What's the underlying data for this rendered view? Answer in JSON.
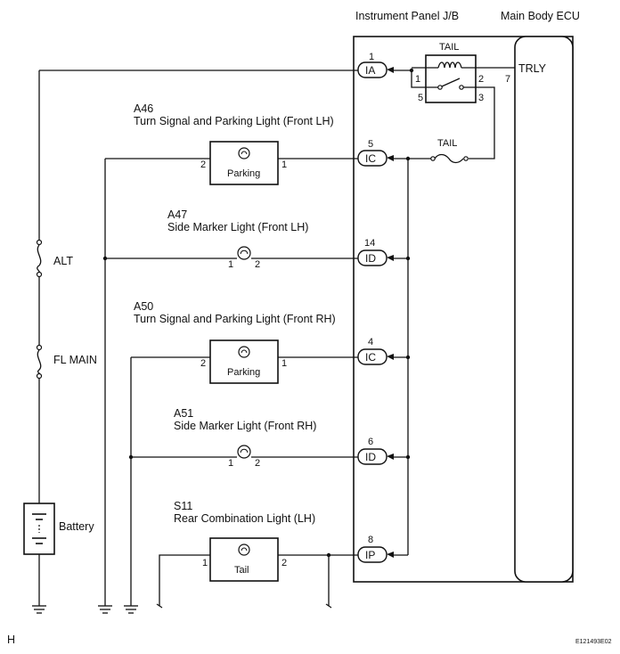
{
  "labels": {
    "ipjb": "Instrument Panel J/B",
    "ecu": "Main Body ECU",
    "trly": "TRLY",
    "tail_relay": "TAIL",
    "tail_fuse": "TAIL",
    "alt": "ALT",
    "fl_main": "FL MAIN",
    "battery": "Battery",
    "corner_left": "H",
    "corner_right": "E121493E02"
  },
  "pins": {
    "ia_num": "1",
    "ia": "IA",
    "ic5_num": "5",
    "ic5": "IC",
    "id14_num": "14",
    "id14": "ID",
    "ic4_num": "4",
    "ic4": "IC",
    "id6_num": "6",
    "id6": "ID",
    "ip8_num": "8",
    "ip8": "IP",
    "relay_1": "1",
    "relay_2": "2",
    "relay_3": "3",
    "relay_5": "5",
    "trly_pin": "7"
  },
  "components": {
    "a46": {
      "code": "A46",
      "name": "Turn Signal and Parking Light (Front LH)",
      "lamp": "Parking",
      "pin_l": "2",
      "pin_r": "1"
    },
    "a47": {
      "code": "A47",
      "name": "Side Marker Light (Front LH)",
      "pin_l": "1",
      "pin_r": "2"
    },
    "a50": {
      "code": "A50",
      "name": "Turn Signal and Parking Light (Front RH)",
      "lamp": "Parking",
      "pin_l": "2",
      "pin_r": "1"
    },
    "a51": {
      "code": "A51",
      "name": "Side Marker Light (Front RH)",
      "pin_l": "1",
      "pin_r": "2"
    },
    "s11": {
      "code": "S11",
      "name": "Rear Combination Light (LH)",
      "lamp": "Tail",
      "pin_l": "1",
      "pin_r": "2"
    }
  }
}
